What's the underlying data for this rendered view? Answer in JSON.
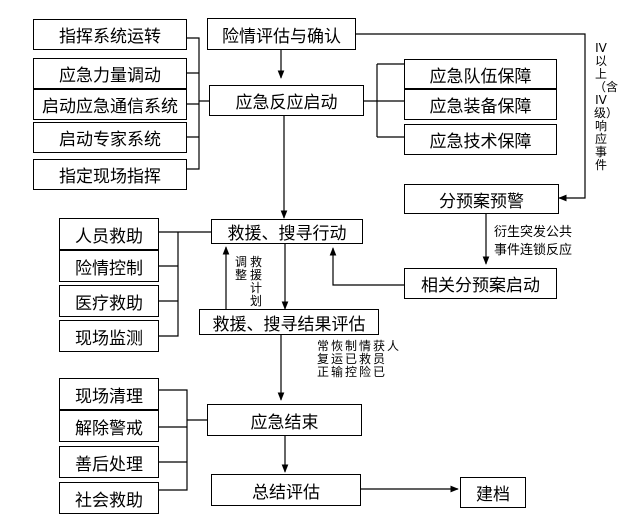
{
  "boxes": {
    "zhihui": "指挥系统运转",
    "liliang": "应急力量调动",
    "tongxin": "启动应急通信系统",
    "zhuanjia": "启动专家系统",
    "xianchang": "指定现场指挥",
    "pinggu": "险情评估与确认",
    "fanying": "应急反应启动",
    "duiwu": "应急队伍保障",
    "zhuangbei": "应急装备保障",
    "jishu": "应急技术保障",
    "yujing": "分预案预警",
    "jiuyuan": "救援、搜寻行动",
    "renyuan": "人员救助",
    "xianqing": "险情控制",
    "yiliao": "医疗救助",
    "jiance": "现场监测",
    "xiangguan": "相关分预案启动",
    "jieguo": "救援、搜寻结果评估",
    "qingli": "现场清理",
    "jiechu": "解除警戒",
    "shanhou": "善后处理",
    "shehui": "社会救助",
    "jieshu": "应急结束",
    "zongjie": "总结评估",
    "jiandang": "建档"
  },
  "labels": {
    "iv_response": "IV以上（含IV级）响应事件",
    "derive_line1": "衍生突发公共",
    "derive_line2": "事件连锁反应",
    "adjust_left": "调整",
    "adjust_right": "救援计划",
    "status_col1": "常复正",
    "status_col2": "恢运输",
    "status_col3": "制已控",
    "status_col4": "情救险",
    "status_col5": "获员已",
    "status_col6": "人"
  }
}
